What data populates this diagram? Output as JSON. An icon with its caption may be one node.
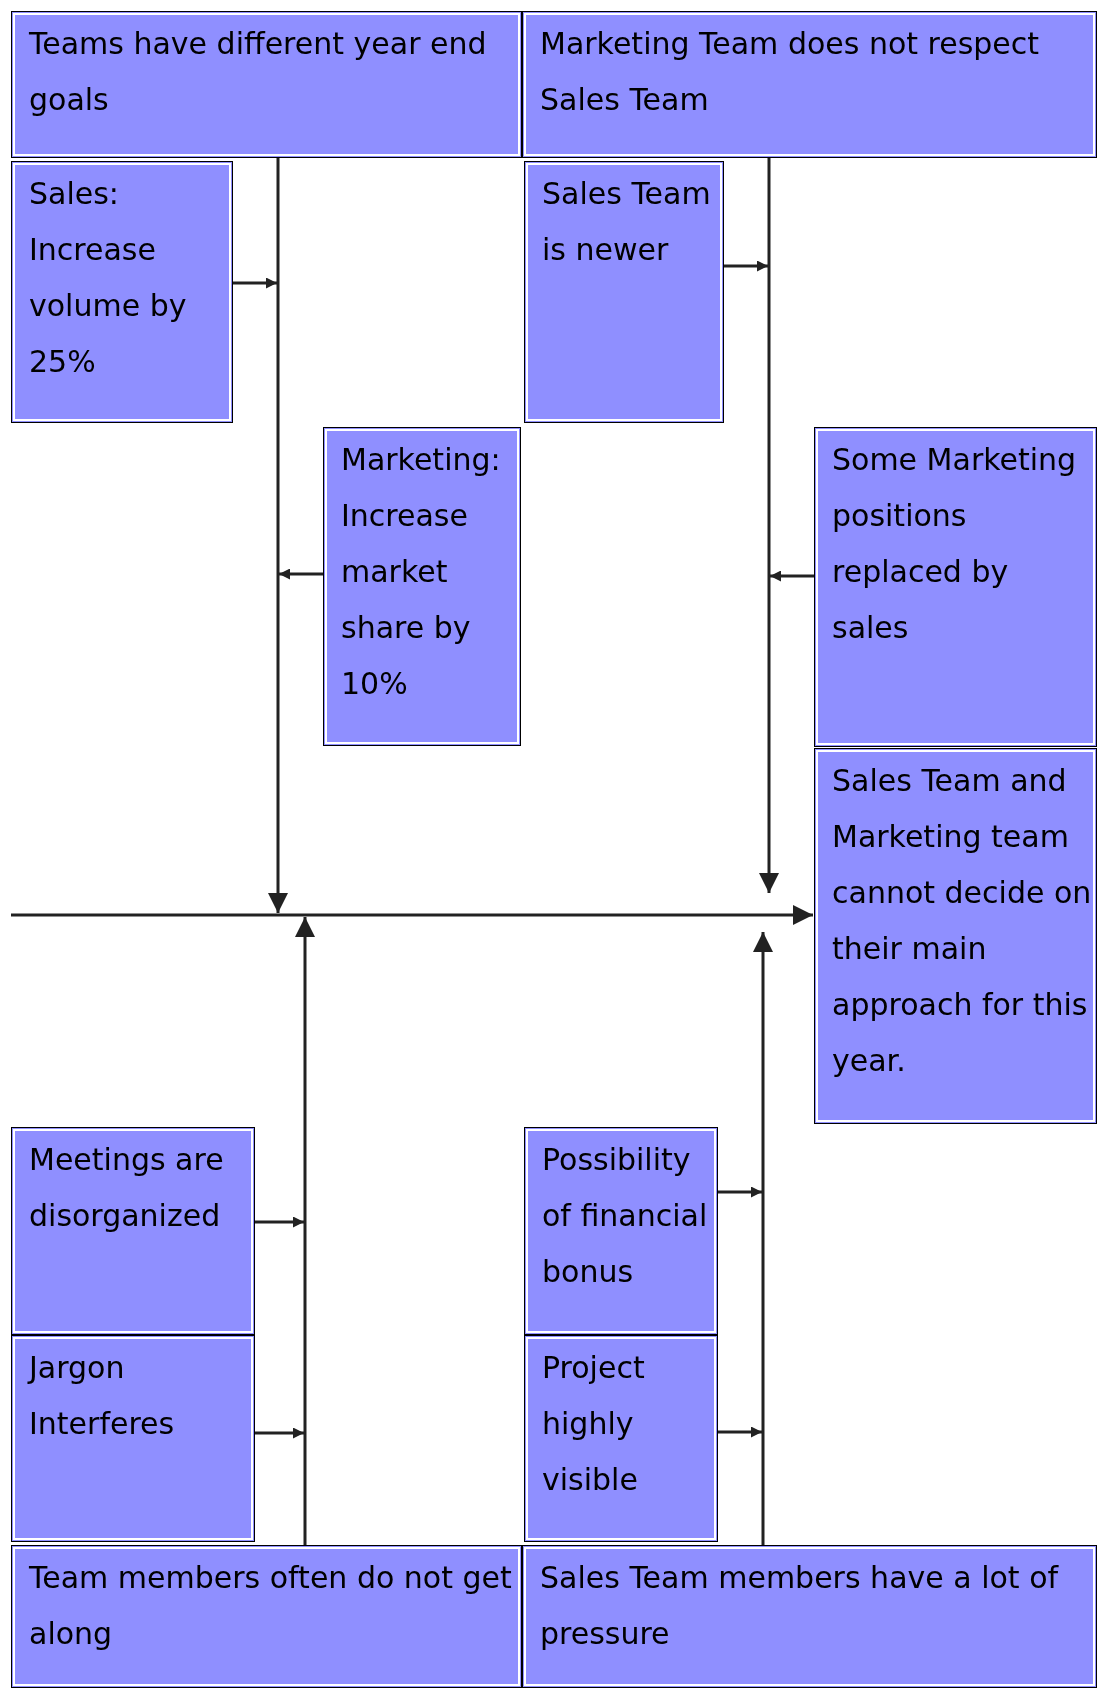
{
  "diagram": {
    "nodes": [
      {
        "text": [
          "Teams have different year end goals"
        ]
      },
      {
        "text": [
          "Marketing Team does not respect Sales Team"
        ]
      },
      {
        "text": [
          "Sales: Increase volume by 25%"
        ]
      },
      {
        "text": [
          "Sales Team is newer"
        ]
      },
      {
        "text": [
          "Marketing: Increase market share by 10%"
        ]
      },
      {
        "text": [
          "Some Marketing positions replaced by sales"
        ]
      },
      {
        "text": [
          "Sales Team and Marketing team cannot decide on their main approach for this year."
        ]
      },
      {
        "text": [
          "Meetings are disorganized"
        ]
      },
      {
        "text": [
          "Possibility of financial bonus"
        ]
      },
      {
        "text": [
          "Jargon Interferes"
        ]
      },
      {
        "text": [
          "Project highly visible"
        ]
      },
      {
        "text": [
          "Team members often do not get along"
        ]
      },
      {
        "text": [
          "Sales Team members have a lot of pressure"
        ]
      }
    ],
    "edges": [
      {
        "from": null,
        "to": 6,
        "arrow": "to"
      },
      {
        "from": 0,
        "to": null,
        "arrow": "to"
      },
      {
        "from": 2,
        "to": null,
        "arrow": "to"
      },
      {
        "from": 4,
        "to": null,
        "arrow": "to"
      },
      {
        "from": 1,
        "to": 6,
        "arrow": "to"
      },
      {
        "from": 3,
        "to": null,
        "arrow": "to"
      },
      {
        "from": 5,
        "to": null,
        "arrow": "to"
      },
      {
        "from": 11,
        "to": null,
        "arrow": "to"
      },
      {
        "from": 7,
        "to": null,
        "arrow": "to"
      },
      {
        "from": 9,
        "to": null,
        "arrow": "to"
      },
      {
        "from": 12,
        "to": null,
        "arrow": "to"
      },
      {
        "from": 8,
        "to": null,
        "arrow": "to"
      },
      {
        "from": 10,
        "to": null,
        "arrow": "to"
      }
    ]
  }
}
